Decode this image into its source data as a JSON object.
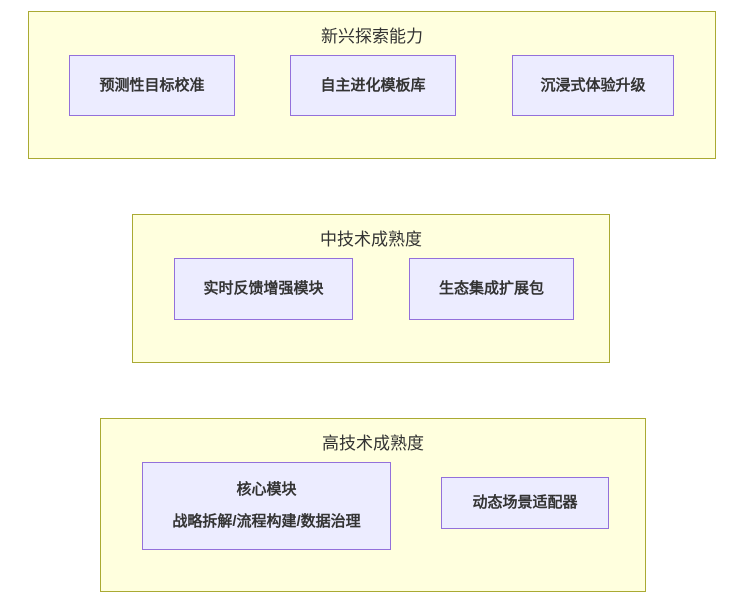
{
  "diagram": {
    "groups": [
      {
        "title": "新兴探索能力",
        "nodes": [
          {
            "label": "预测性目标校准"
          },
          {
            "label": "自主进化模板库"
          },
          {
            "label": "沉浸式体验升级"
          }
        ]
      },
      {
        "title": "中技术成熟度",
        "nodes": [
          {
            "label": "实时反馈增强模块"
          },
          {
            "label": "生态集成扩展包"
          }
        ]
      },
      {
        "title": "高技术成熟度",
        "nodes": [
          {
            "label": "核心模块",
            "sublabel": "战略拆解/流程构建/数据治理"
          },
          {
            "label": "动态场景适配器"
          }
        ]
      }
    ],
    "colors": {
      "cluster_fill": "#ffffde",
      "cluster_border": "#aaaa33",
      "node_fill": "#ececff",
      "node_border": "#9370db",
      "text": "#333333",
      "page_background": "#ffffff"
    }
  }
}
